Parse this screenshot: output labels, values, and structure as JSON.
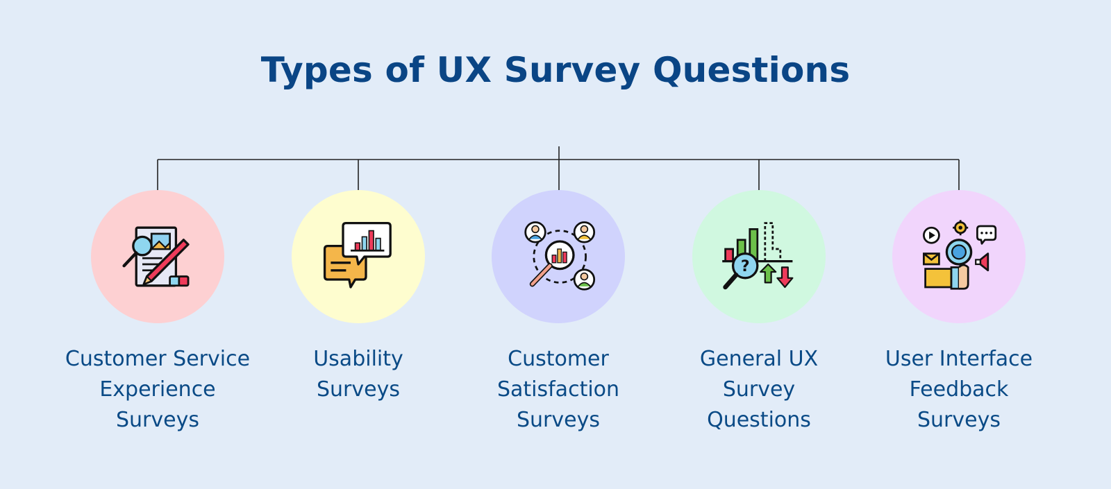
{
  "title": "Types of UX Survey Questions",
  "categories": [
    {
      "label": "Customer Service\nExperience\nSurveys",
      "circle_color": "#fdd0d2",
      "icon": "document-magnifier-pencil-icon"
    },
    {
      "label": "Usability\nSurveys",
      "circle_color": "#fefdcf",
      "icon": "chat-bar-chart-icon"
    },
    {
      "label": "Customer\nSatisfaction\nSurveys",
      "circle_color": "#d0d3fd",
      "icon": "users-magnifier-chart-icon"
    },
    {
      "label": "General UX\nSurvey\nQuestions",
      "circle_color": "#d0f8e0",
      "icon": "chart-question-magnifier-icon"
    },
    {
      "label": "User Interface\nFeedback\nSurveys",
      "circle_color": "#f1d5fc",
      "icon": "feedback-hub-icon"
    }
  ]
}
